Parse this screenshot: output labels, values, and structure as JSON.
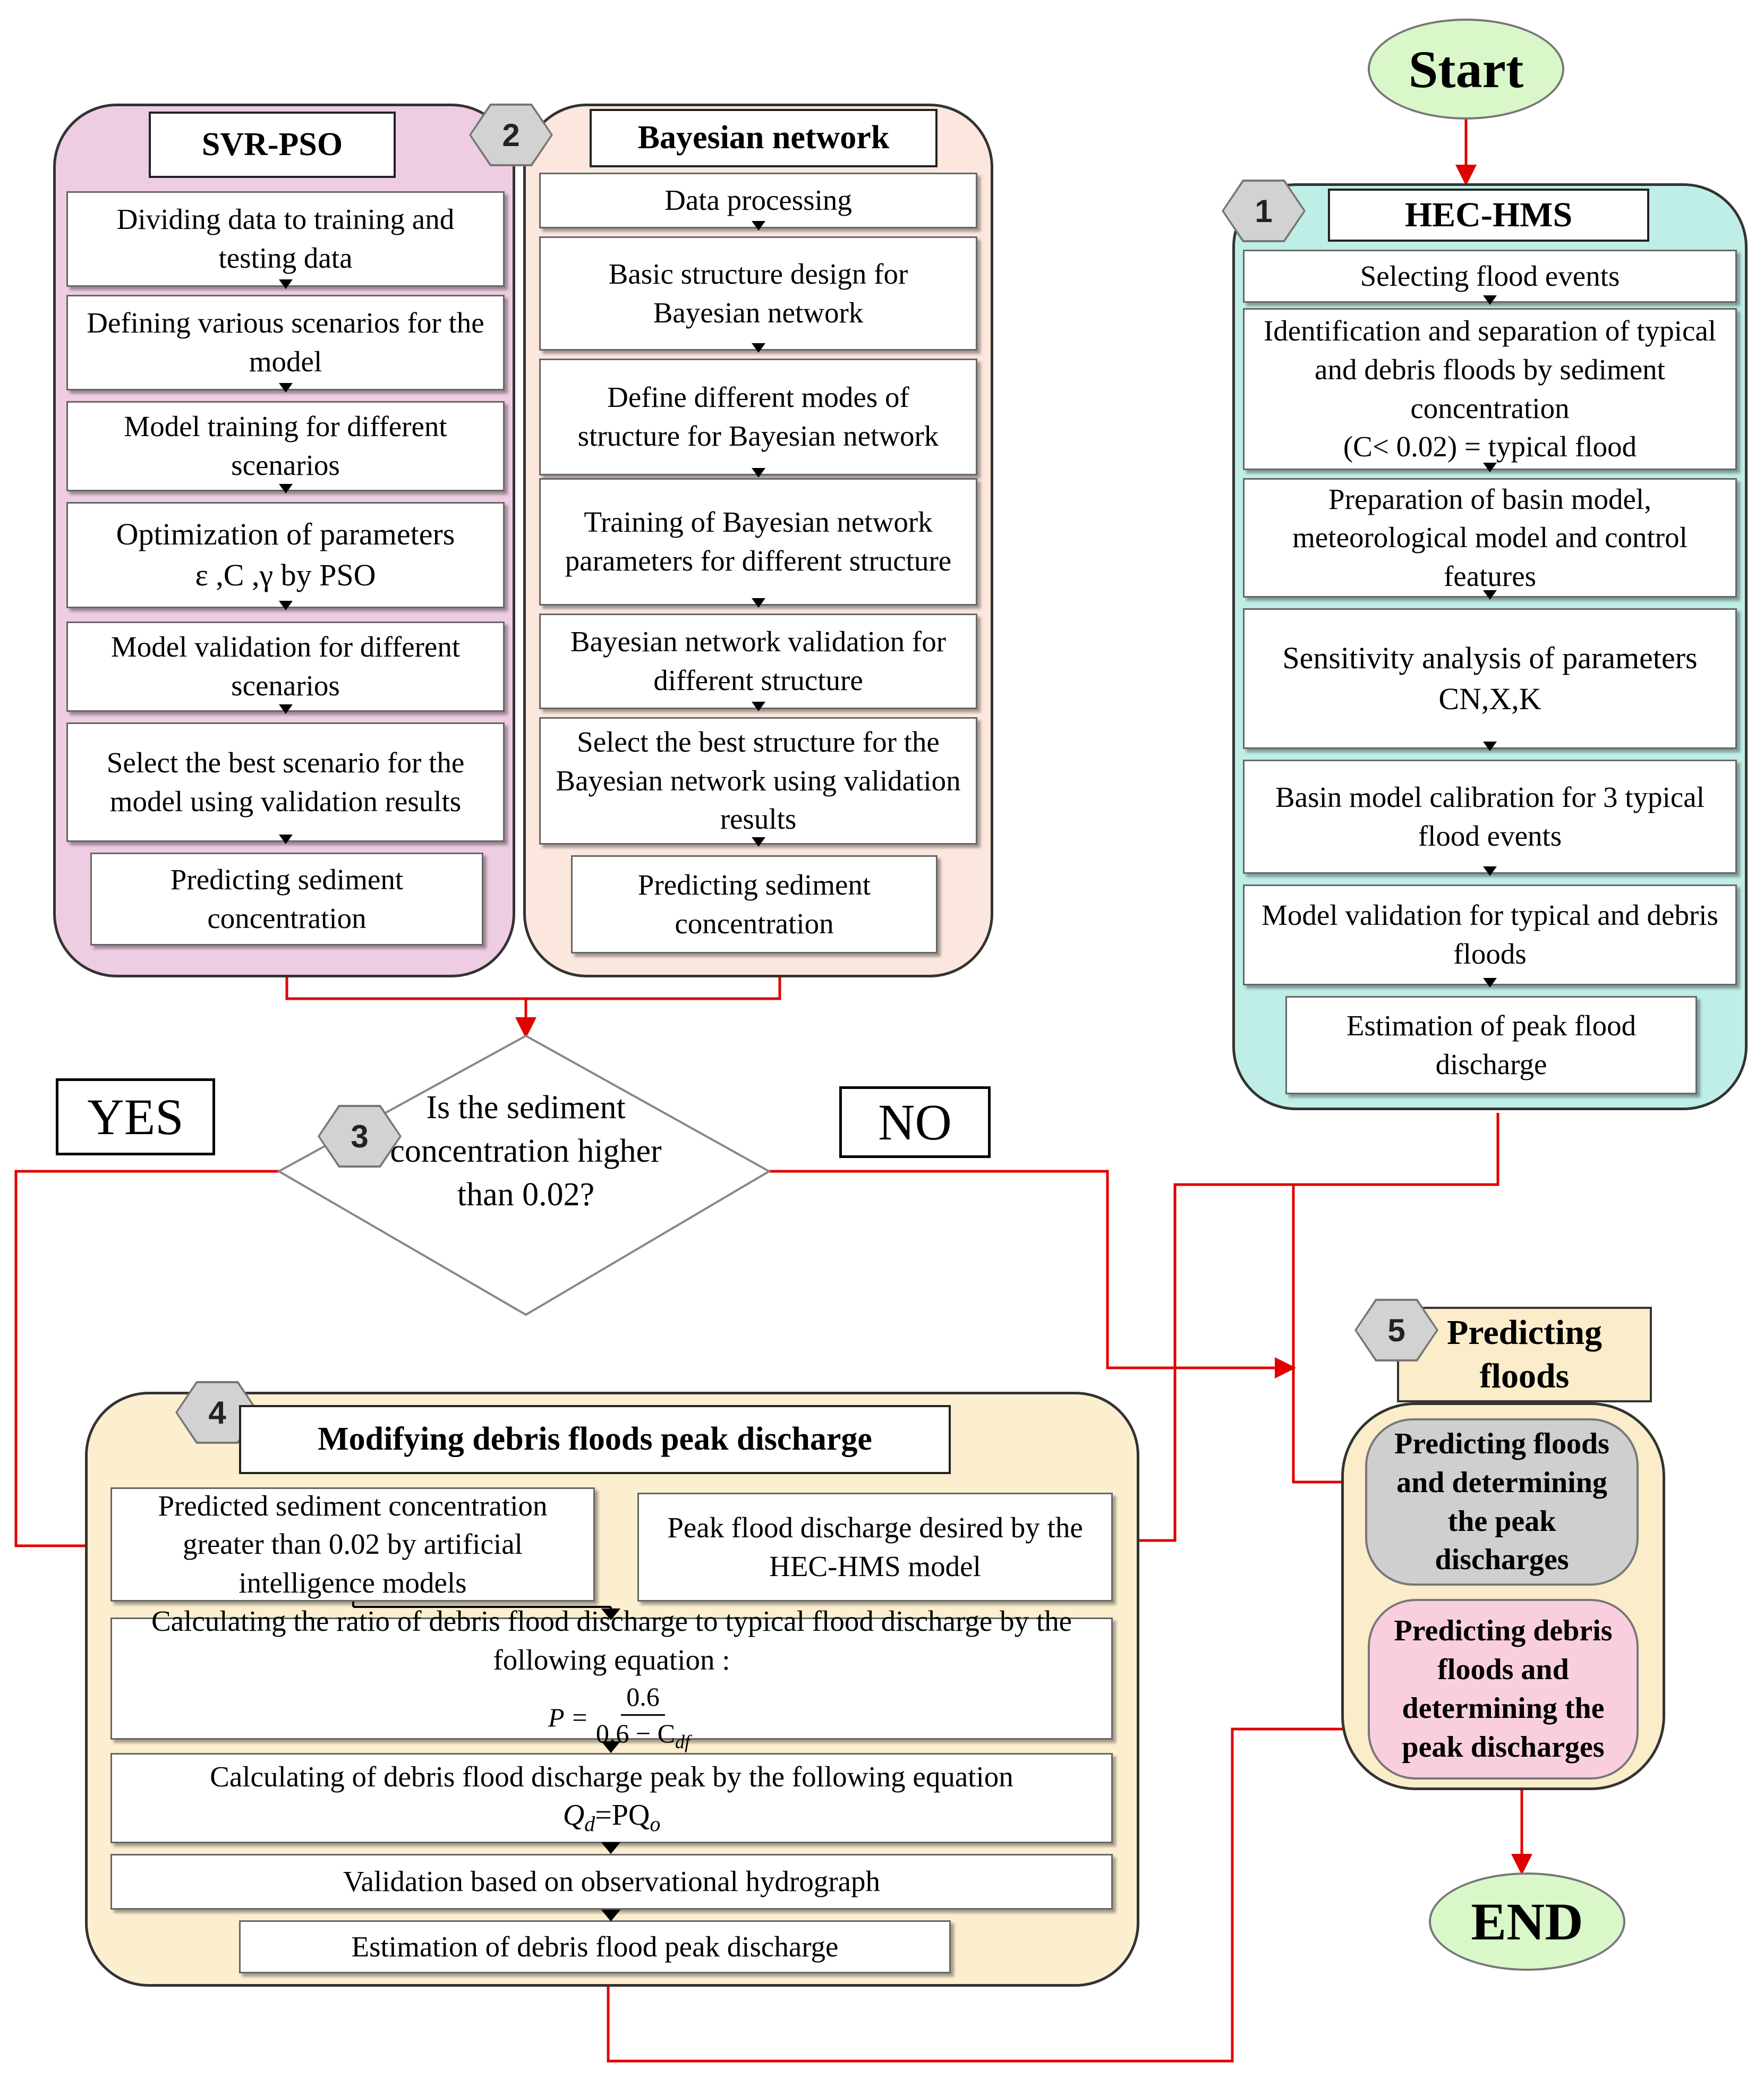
{
  "start": "Start",
  "end": "END",
  "hec_hms": {
    "number": "1",
    "title": "HEC-HMS",
    "steps": [
      "Selecting flood events",
      "Identification and separation of typical and debris floods by sediment concentration\n(C< 0.02) = typical flood",
      "Preparation of basin model, meteorological model and control features",
      "Sensitivity analysis of parameters\nCN,X,K",
      "Basin model calibration for 3 typical flood events",
      "Model validation for typical and debris floods",
      "Estimation of peak flood discharge"
    ]
  },
  "group_number": "2",
  "svr_pso": {
    "title": "SVR-PSO",
    "steps": [
      "Dividing data to training and testing data",
      "Defining various scenarios for the model",
      "Model training for different scenarios",
      "Optimization of parameters\nε ,C ,γ   by PSO",
      "Model validation for different scenarios",
      "Select the best scenario for the model using validation results",
      "Predicting sediment concentration"
    ]
  },
  "bayesian": {
    "title": "Bayesian network",
    "steps": [
      "Data processing",
      "Basic structure design for Bayesian network",
      "Define different modes of structure for Bayesian network",
      "Training of Bayesian network parameters for different structure",
      "Bayesian network validation for different structure",
      "Select the best structure for the Bayesian network using validation results",
      "Predicting sediment concentration"
    ]
  },
  "decision": {
    "number": "3",
    "text": "Is the sediment concentration higher than 0.02?",
    "yes": "YES",
    "no": "NO"
  },
  "modify": {
    "number": "4",
    "title": "Modifying debris floods peak discharge",
    "left_input": "Predicted sediment concentration greater than 0.02 by artificial intelligence models",
    "right_input": "Peak flood discharge desired by the HEC-HMS model",
    "ratio_text": "Calculating the ratio of debris flood discharge to typical flood discharge by the following equation :",
    "ratio_eq_lhs": "P =",
    "ratio_eq_num": "0.6",
    "ratio_eq_den": "0.6 − C",
    "ratio_eq_den_sub": "df",
    "peak_text": "Calculating of debris flood discharge peak by the following equation",
    "peak_eq": "Q",
    "peak_eq_sub_d": "d",
    "peak_eq_mid": "=PQ",
    "peak_eq_sub_o": "o",
    "validation": "Validation based on observational hydrograph",
    "estimation": "Estimation of debris flood peak discharge"
  },
  "predicting": {
    "number": "5",
    "title": "Predicting floods",
    "typical": "Predicting floods and determining the peak discharges",
    "debris": "Predicting debris floods and determining the peak discharges"
  },
  "colors": {
    "svr_panel": "#eecde2",
    "bayes_panel": "#fbe7dd",
    "hec_panel": "#bfeee7",
    "modify_panel": "#fcefcf",
    "predict_panel": "#fbecca",
    "arrow": "#e00000"
  }
}
